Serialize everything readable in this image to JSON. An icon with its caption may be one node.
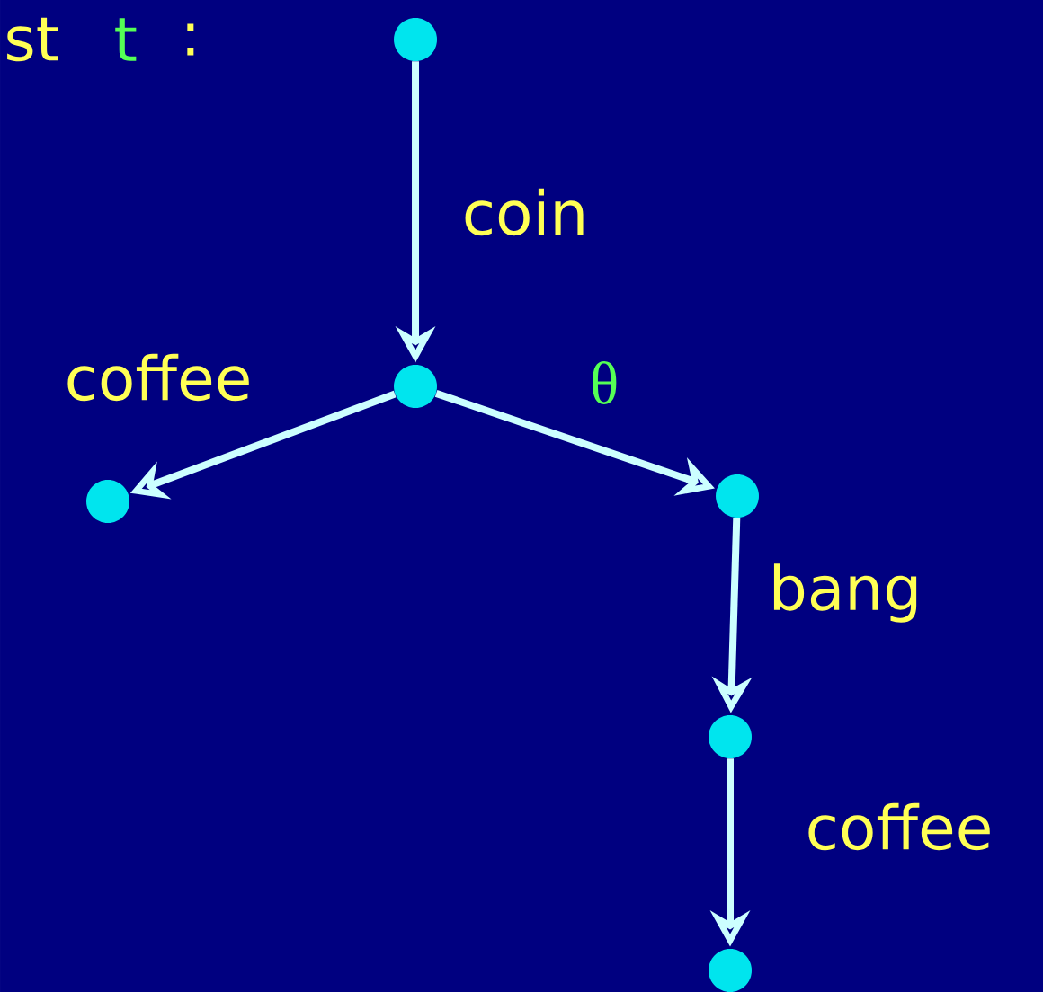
{
  "diagram": {
    "nodes": [
      {
        "text": [],
        "shape": "circle"
      },
      {
        "text": [],
        "shape": "circle"
      },
      {
        "text": [],
        "shape": "circle"
      },
      {
        "text": [],
        "shape": "circle"
      },
      {
        "text": [],
        "shape": "circle"
      },
      {
        "text": [],
        "shape": "circle"
      }
    ],
    "edges": [
      {
        "from": 0,
        "to": 1,
        "arrow": "to",
        "label": "coin"
      },
      {
        "from": 1,
        "to": 2,
        "arrow": "to",
        "label": "coffee"
      },
      {
        "from": 1,
        "to": 3,
        "arrow": "to",
        "label": "θ"
      },
      {
        "from": 3,
        "to": 4,
        "arrow": "to",
        "label": "bang"
      },
      {
        "from": 4,
        "to": 5,
        "arrow": "to",
        "label": "coffee"
      }
    ],
    "labels": [
      "st",
      "t",
      ":"
    ]
  }
}
